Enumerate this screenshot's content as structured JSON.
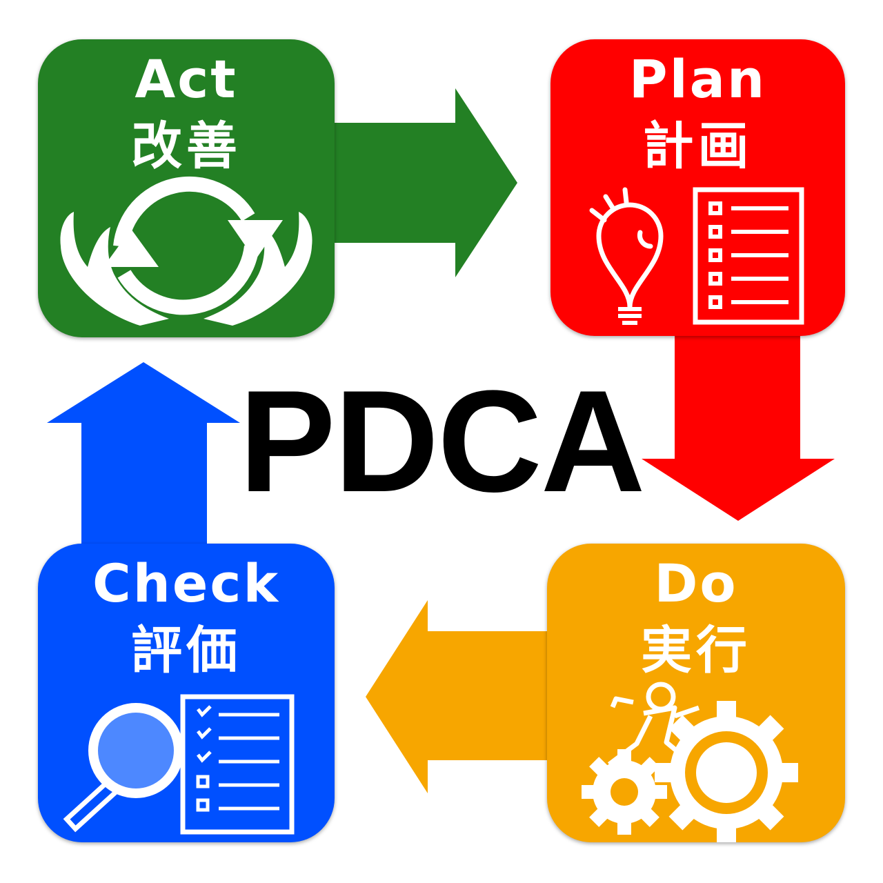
{
  "title": "PDCA",
  "colors": {
    "act": "#238024",
    "plan": "#ff0000",
    "do": "#f7a600",
    "check": "#0050ff",
    "check_lens": "#4d88ff",
    "text": "#ffffff",
    "title": "#000000"
  },
  "cards": {
    "act": {
      "en": "Act",
      "ja": "改善",
      "icon": "cycle-hands-icon"
    },
    "plan": {
      "en": "Plan",
      "ja": "計画",
      "icon": "lightbulb-checklist-icon"
    },
    "do": {
      "en": "Do",
      "ja": "実行",
      "icon": "runner-gears-icon"
    },
    "check": {
      "en": "Check",
      "ja": "評価",
      "icon": "magnifier-checklist-icon"
    }
  }
}
